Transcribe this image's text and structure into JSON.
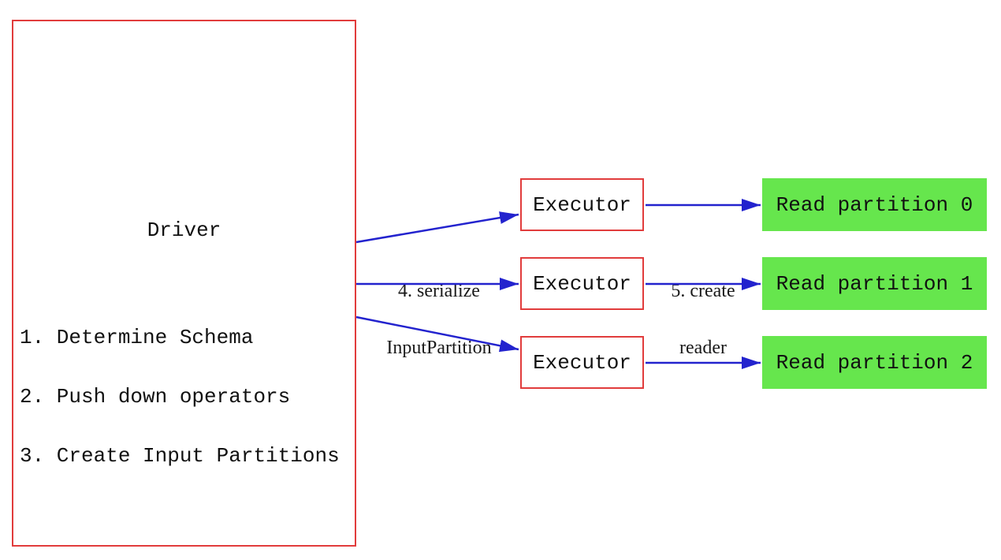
{
  "diagram": {
    "driver": {
      "title": "Driver",
      "steps": [
        "1. Determine Schema",
        "2. Push down operators",
        "3. Create Input Partitions"
      ]
    },
    "executors": [
      {
        "label": "Executor"
      },
      {
        "label": "Executor"
      },
      {
        "label": "Executor"
      }
    ],
    "partitions": [
      {
        "label": "Read partition 0"
      },
      {
        "label": "Read partition 1"
      },
      {
        "label": "Read partition 2"
      }
    ],
    "edge_labels": {
      "serialize": {
        "line1": "4. serialize",
        "line2": "InputPartition"
      },
      "create_reader": {
        "line1": "5. create",
        "line2": "reader"
      }
    },
    "colors": {
      "box_border_red": "#e13c3c",
      "arrow_blue": "#2323ce",
      "partition_green": "#66e64d",
      "background": "#ffffff",
      "text": "#111111"
    }
  }
}
